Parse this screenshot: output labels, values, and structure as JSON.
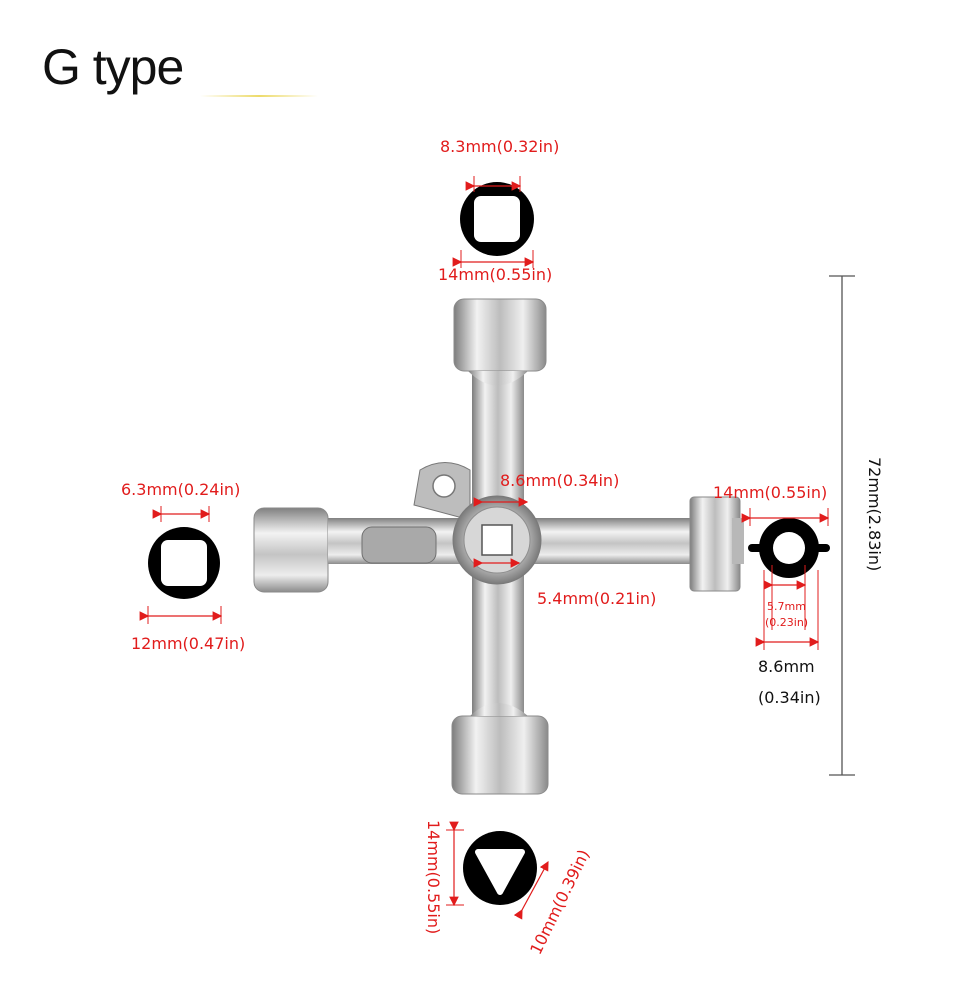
{
  "title": "G type",
  "colors": {
    "dimension": "#e11c1c",
    "metal": "#c9c9c9",
    "socket_fill": "#000000",
    "title": "#111111"
  },
  "labels": {
    "top_inner": "8.3mm(0.32in)",
    "top_outer": "14mm(0.55in)",
    "left_inner": "6.3mm(0.24in)",
    "left_outer": "12mm(0.47in)",
    "center_outer": "8.6mm(0.34in)",
    "center_inner": "5.4mm(0.21in)",
    "right_outer": "14mm(0.55in)",
    "right_inner_a": "5.7mm",
    "right_inner_b": "(0.23in)",
    "right_tab_a": "8.6mm",
    "right_tab_b": "(0.34in)",
    "length": "72mm(2.83in)",
    "bottom_outer": "14mm(0.55in)",
    "bottom_inner": "10mm(0.39in)"
  },
  "icons": {
    "top": "square-socket-icon",
    "left": "square-socket-icon",
    "right": "double-flat-socket-icon",
    "bottom": "triangle-socket-icon",
    "center": "cross-key-wrench-icon"
  }
}
